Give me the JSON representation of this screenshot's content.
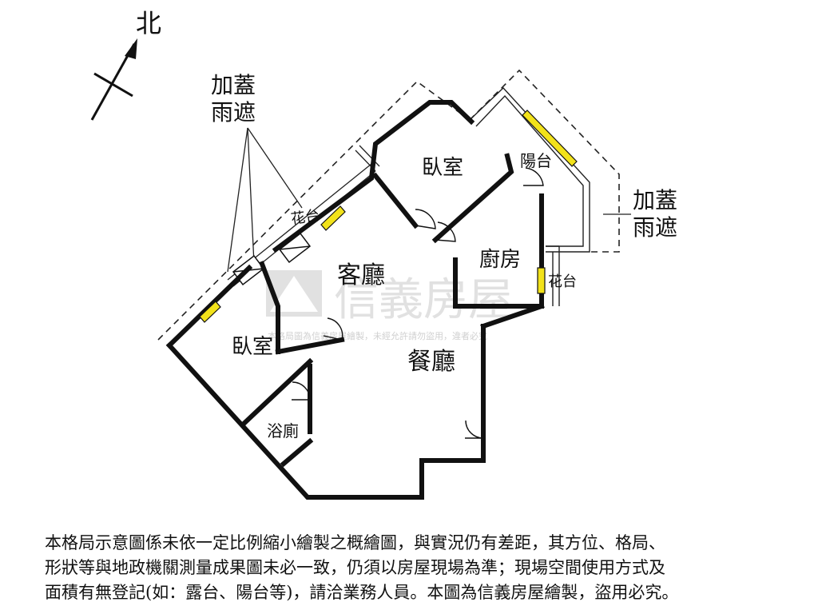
{
  "compass": {
    "north_label": "北"
  },
  "rooms": {
    "bedroom_top": "臥室",
    "bedroom_left": "臥室",
    "living": "客廳",
    "dining": "餐廳",
    "kitchen": "廚房",
    "bathroom": "浴廁",
    "balcony": "陽台",
    "planter_top": "花台",
    "planter_right": "花台"
  },
  "annotations": {
    "canopy_left_line1": "加蓋",
    "canopy_left_line2": "雨遮",
    "canopy_right_line1": "加蓋",
    "canopy_right_line2": "雨遮"
  },
  "watermark": {
    "brand": "信義房屋",
    "notice": "本格局圖為信義房屋繪製，未經允許請勿盜用，違者必究"
  },
  "disclaimer": {
    "line1": "本格局示意圖係未依一定比例縮小繪製之概繪圖，與實況仍有差距，其方位、格局、",
    "line2": "形狀等與地政機關測量成果圖未必一致，仍須以房屋現場為準；現場空間使用方式及",
    "line3": "面積有無登記(如：露台、陽台等)，請洽業務人員。本圖為信義房屋繪製，盜用必究。"
  },
  "colors": {
    "wall": "#111111",
    "window": "#f2e21a",
    "watermark": "#c9c9c9"
  }
}
